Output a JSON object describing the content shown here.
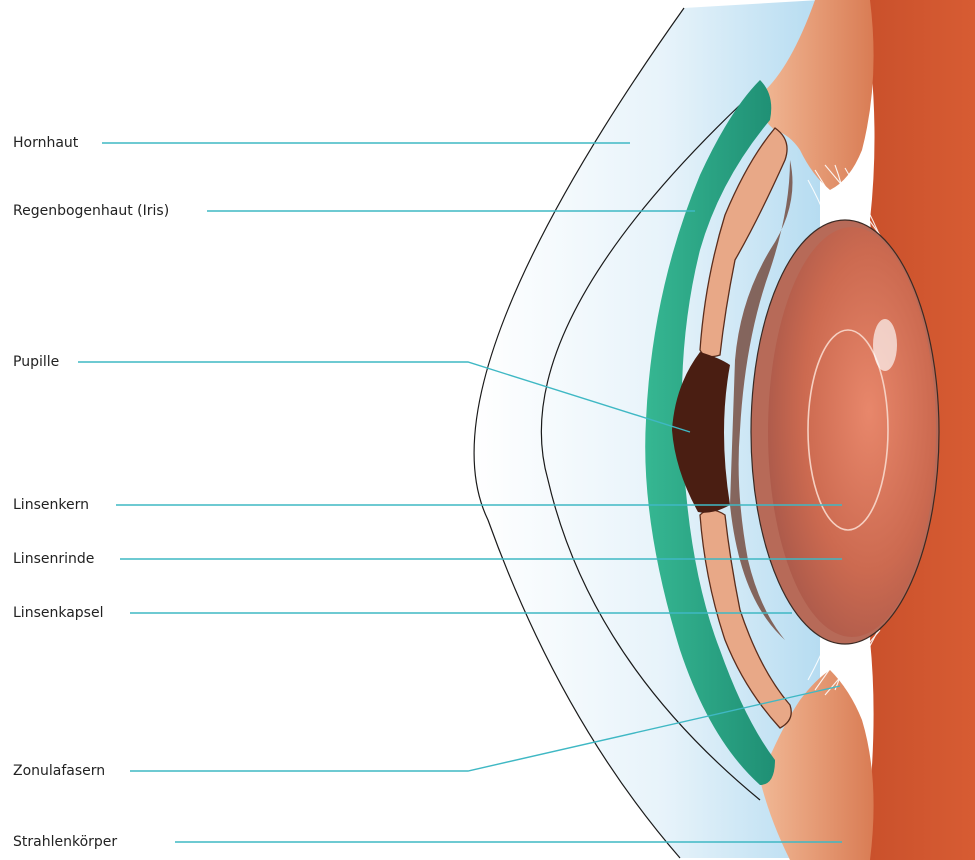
{
  "labels": {
    "hornhaut": "Hornhaut",
    "iris": "Regenbogenhaut (Iris)",
    "pupille": "Pupille",
    "linsenkern": "Linsenkern",
    "linsenrinde": "Linsenrinde",
    "linsenkapsel": "Linsenkapsel",
    "zonulafasern": "Zonulafasern",
    "strahlenkoerper": "Strahlenkörper"
  },
  "colors": {
    "leader_line": "#3fb8c4",
    "cornea": "#cde6f4",
    "iris": "#2ea887",
    "sclera": "#d4572f",
    "ciliary_body": "#e59a74",
    "lens": "#c9654e",
    "pupil": "#4a1e12",
    "label_text": "#222222"
  }
}
